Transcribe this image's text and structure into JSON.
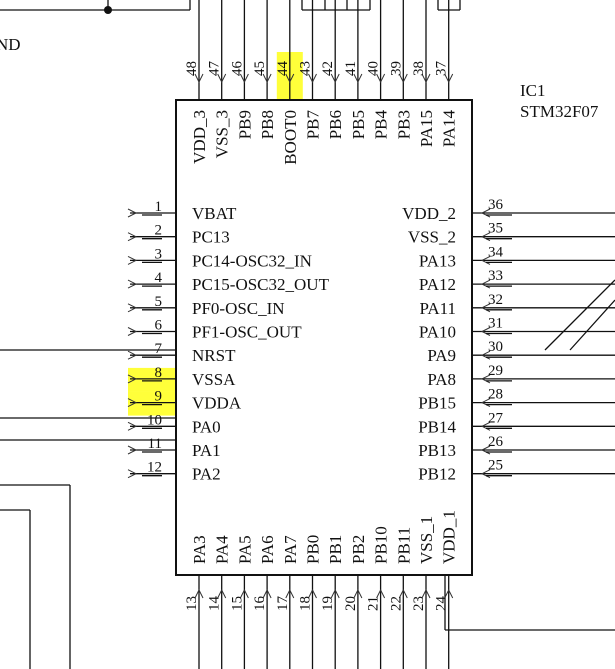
{
  "component": {
    "designator": "IC1",
    "part": "STM32F07"
  },
  "edge_fragment": "ND",
  "highlighted_pins": [
    "44",
    "8",
    "9"
  ],
  "pins_left": [
    {
      "num": "1",
      "name": "VBAT"
    },
    {
      "num": "2",
      "name": "PC13"
    },
    {
      "num": "3",
      "name": "PC14-OSC32_IN"
    },
    {
      "num": "4",
      "name": "PC15-OSC32_OUT"
    },
    {
      "num": "5",
      "name": "PF0-OSC_IN"
    },
    {
      "num": "6",
      "name": "PF1-OSC_OUT"
    },
    {
      "num": "7",
      "name": "NRST"
    },
    {
      "num": "8",
      "name": "VSSA"
    },
    {
      "num": "9",
      "name": "VDDA"
    },
    {
      "num": "10",
      "name": "PA0"
    },
    {
      "num": "11",
      "name": "PA1"
    },
    {
      "num": "12",
      "name": "PA2"
    }
  ],
  "pins_right": [
    {
      "num": "36",
      "name": "VDD_2"
    },
    {
      "num": "35",
      "name": "VSS_2"
    },
    {
      "num": "34",
      "name": "PA13"
    },
    {
      "num": "33",
      "name": "PA12"
    },
    {
      "num": "32",
      "name": "PA11"
    },
    {
      "num": "31",
      "name": "PA10"
    },
    {
      "num": "30",
      "name": "PA9"
    },
    {
      "num": "29",
      "name": "PA8"
    },
    {
      "num": "28",
      "name": "PB15"
    },
    {
      "num": "27",
      "name": "PB14"
    },
    {
      "num": "26",
      "name": "PB13"
    },
    {
      "num": "25",
      "name": "PB12"
    }
  ],
  "pins_top": [
    {
      "num": "48",
      "name": "VDD_3"
    },
    {
      "num": "47",
      "name": "VSS_3"
    },
    {
      "num": "46",
      "name": "PB9"
    },
    {
      "num": "45",
      "name": "PB8"
    },
    {
      "num": "44",
      "name": "BOOT0"
    },
    {
      "num": "43",
      "name": "PB7"
    },
    {
      "num": "42",
      "name": "PB6"
    },
    {
      "num": "41",
      "name": "PB5"
    },
    {
      "num": "40",
      "name": "PB4"
    },
    {
      "num": "39",
      "name": "PB3"
    },
    {
      "num": "38",
      "name": "PA15"
    },
    {
      "num": "37",
      "name": "PA14"
    }
  ],
  "pins_bottom": [
    {
      "num": "13",
      "name": "PA3"
    },
    {
      "num": "14",
      "name": "PA4"
    },
    {
      "num": "15",
      "name": "PA5"
    },
    {
      "num": "16",
      "name": "PA6"
    },
    {
      "num": "17",
      "name": "PA7"
    },
    {
      "num": "18",
      "name": "PB0"
    },
    {
      "num": "19",
      "name": "PB1"
    },
    {
      "num": "20",
      "name": "PB2"
    },
    {
      "num": "21",
      "name": "PB10"
    },
    {
      "num": "22",
      "name": "PB11"
    },
    {
      "num": "23",
      "name": "VSS_1"
    },
    {
      "num": "24",
      "name": "VDD_1"
    }
  ]
}
